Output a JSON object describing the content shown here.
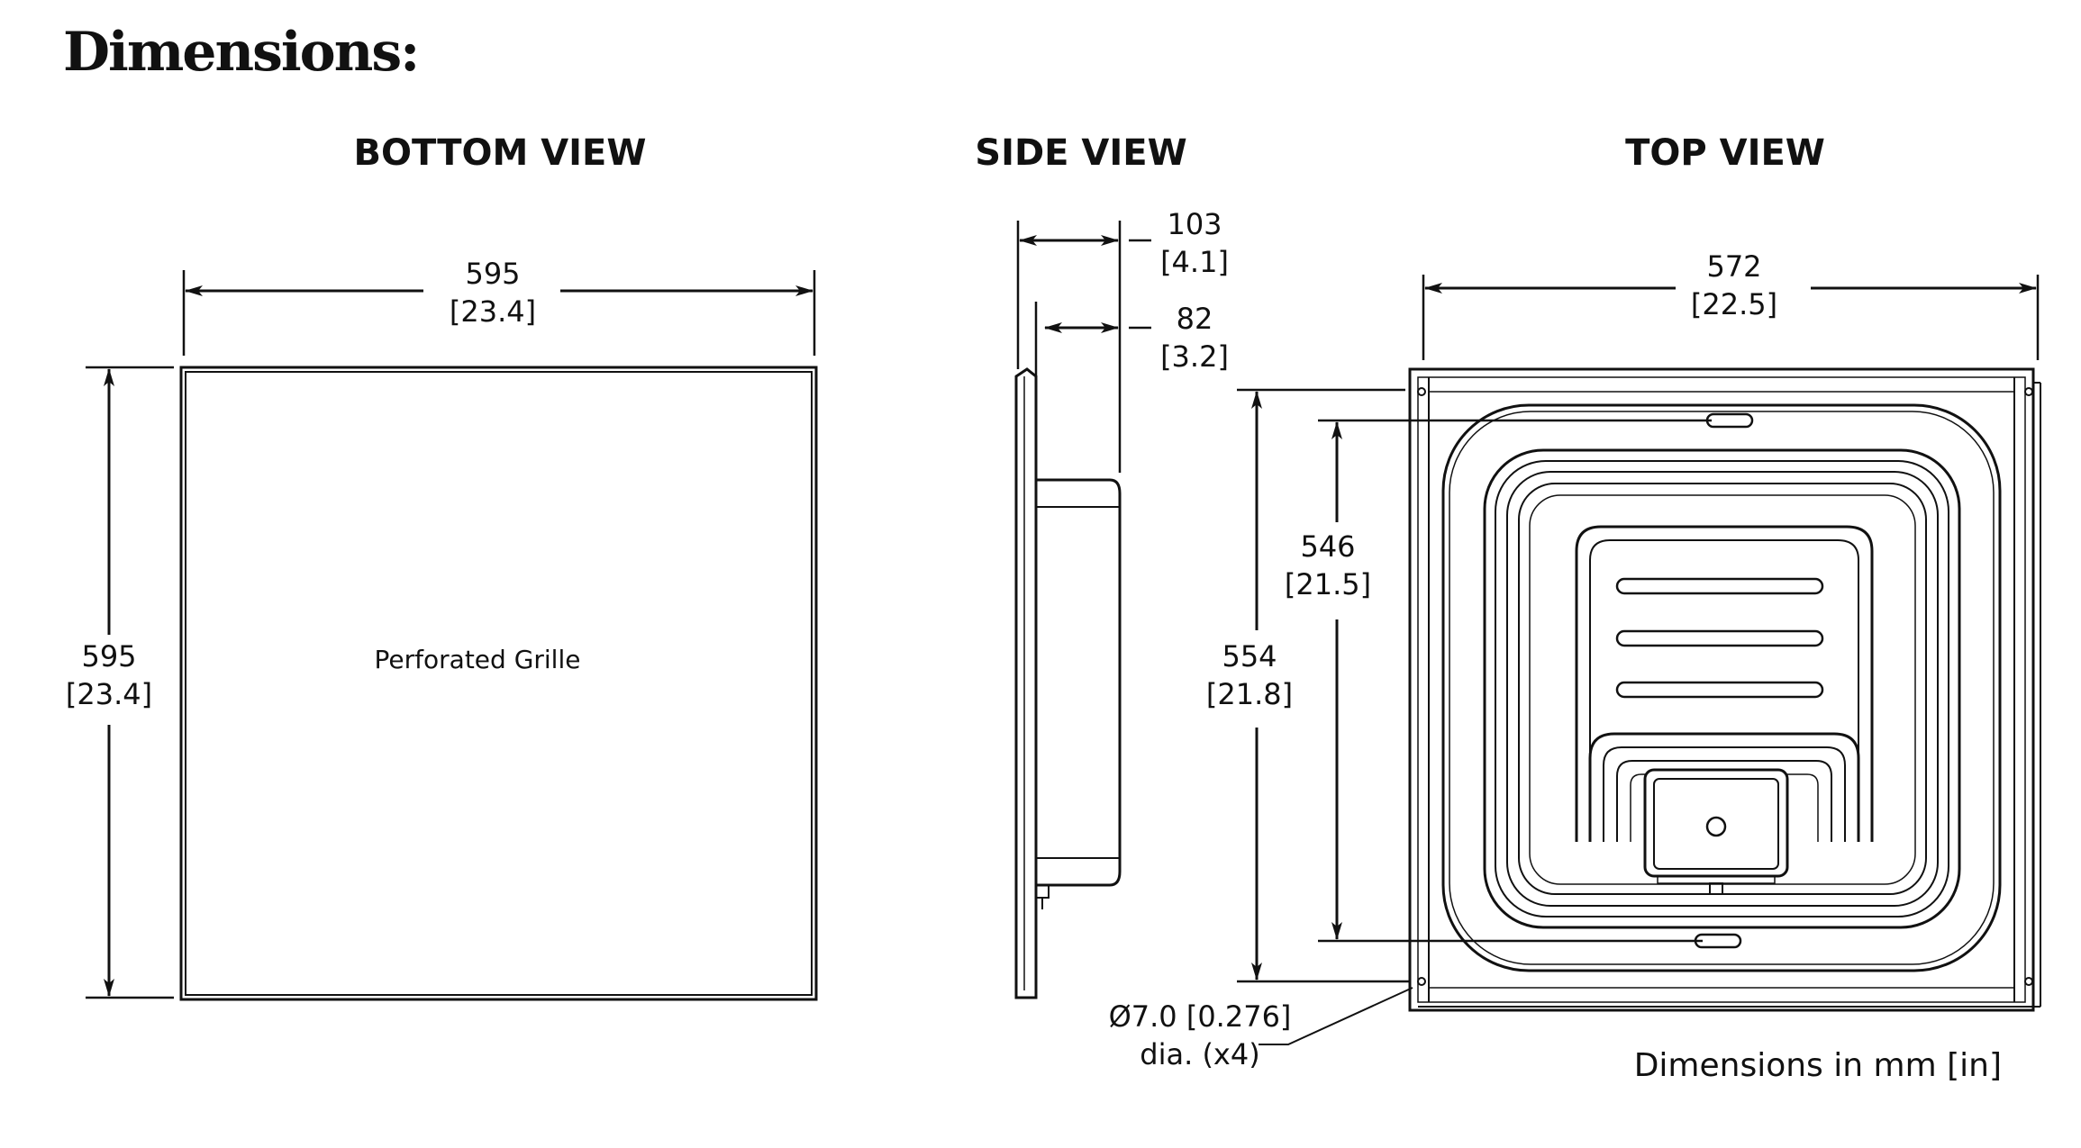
{
  "page_title": "Dimensions:",
  "views": {
    "bottom": {
      "heading": "BOTTOM VIEW",
      "label": "Perforated Grille",
      "width_mm": "595",
      "width_in": "[23.4]",
      "height_mm": "595",
      "height_in": "[23.4]"
    },
    "side": {
      "heading": "SIDE VIEW",
      "overall_depth_mm": "103",
      "overall_depth_in": "[4.1]",
      "body_depth_mm": "82",
      "body_depth_in": "[3.2]"
    },
    "top": {
      "heading": "TOP VIEW",
      "width_mm": "572",
      "width_in": "[22.5]",
      "inner_height_mm": "546",
      "inner_height_in": "[21.5]",
      "outer_height_mm": "554",
      "outer_height_in": "[21.8]",
      "hole_callout_line1": "Ø7.0 [0.276]",
      "hole_callout_line2": "dia. (x4)"
    }
  },
  "units_note": "Dimensions in mm [in]"
}
